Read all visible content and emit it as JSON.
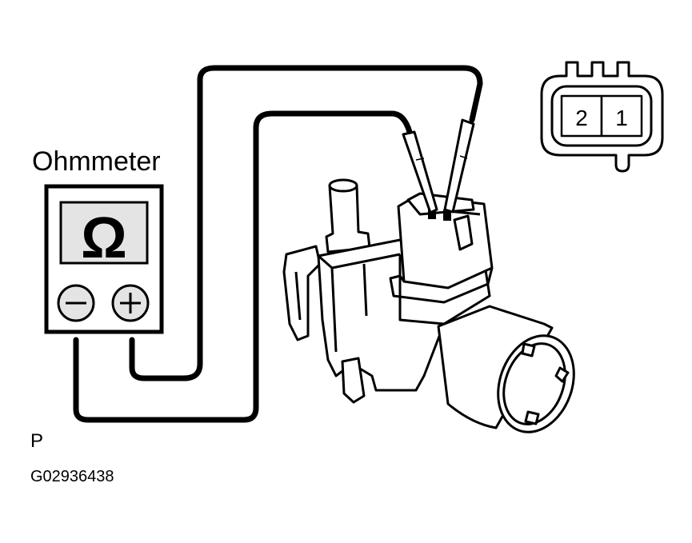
{
  "labels": {
    "meter": "Ohmmeter",
    "page_letter": "P",
    "figure_code": "G02936438"
  },
  "meter": {
    "symbol": "Ω",
    "minus": "−",
    "plus": "+"
  },
  "connector_pins": [
    "2",
    "1"
  ],
  "colors": {
    "line": "#000000",
    "background": "#ffffff",
    "shade": "#e4e4e4"
  }
}
